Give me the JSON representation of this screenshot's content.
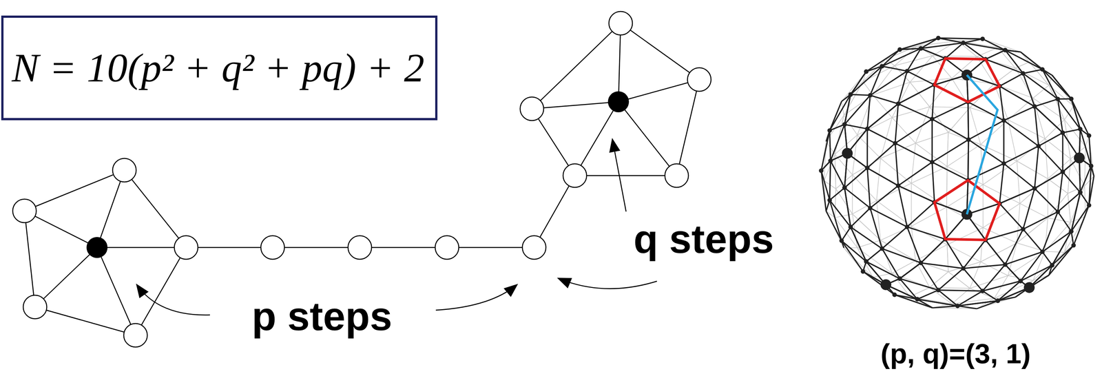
{
  "diagram": {
    "nodes": [
      {
        "text": [
          "N = 10(p² + q² + pq) + 2"
        ]
      }
    ],
    "labels": [
      "p steps",
      "q steps",
      "(p, q)=(3, 1)"
    ]
  }
}
